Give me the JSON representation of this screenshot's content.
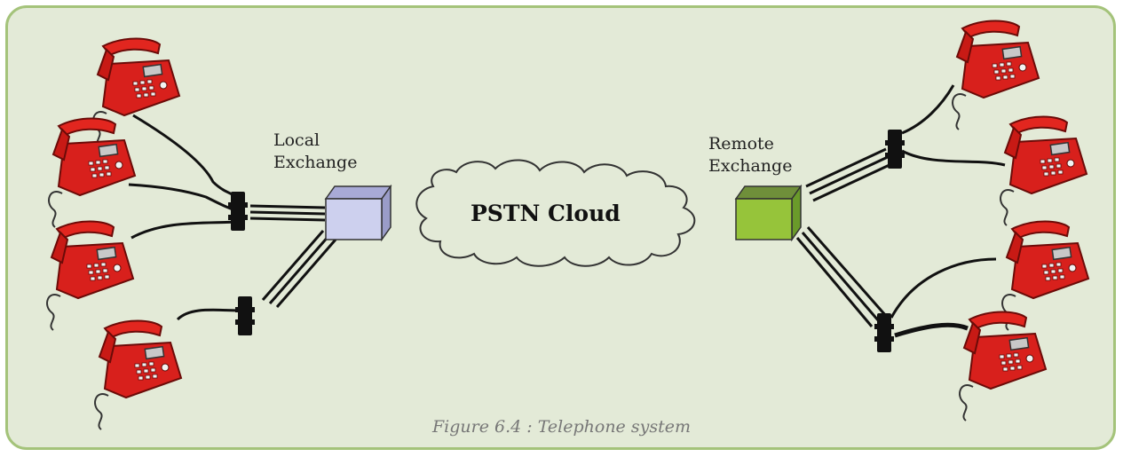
{
  "labels": {
    "local_exchange_line1": "Local",
    "local_exchange_line2": "Exchange",
    "remote_exchange_line1": "Remote",
    "remote_exchange_line2": "Exchange",
    "cloud": "PSTN Cloud",
    "caption": "Figure 6.4 : Telephone system"
  },
  "colors": {
    "panel_background": "#e3ead7",
    "panel_border": "#a4c37a",
    "phone_body": "#d8201c",
    "local_exchange": "#cdd0ee",
    "remote_exchange": "#96c43a",
    "connector": "#111111"
  },
  "icons": {
    "phone": "telephone-icon",
    "connector": "junction-box-icon",
    "exchange": "exchange-box-icon",
    "cloud": "cloud-icon"
  }
}
